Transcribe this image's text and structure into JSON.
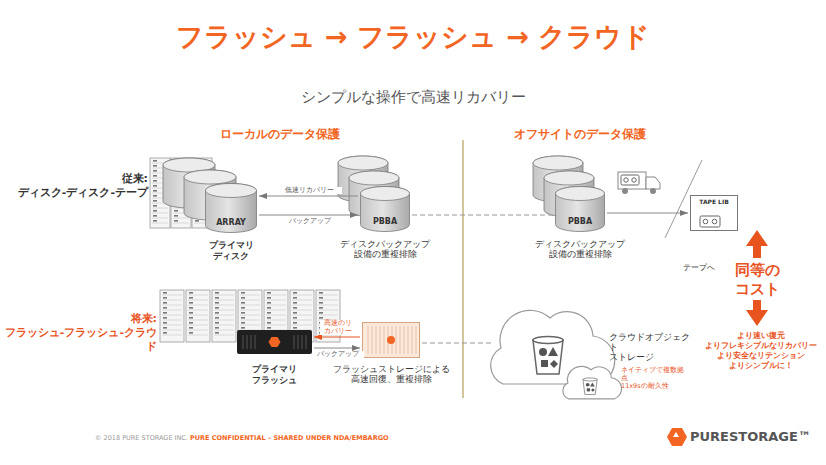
{
  "diagram": {
    "title": "フラッシュ → フラッシュ → クラウド",
    "nodes": [
      {
        "text": [
          "ARRAY",
          "プライマリ ディスク"
        ]
      },
      {
        "text": [
          "PBBA",
          "ディスクバックアップ 設備の重複排除"
        ]
      },
      {
        "text": [
          "PBBA",
          "ディスクバックアップ 設備の重複排除"
        ]
      },
      {
        "text": [
          "TAPE LIB",
          "テープへ"
        ]
      },
      {
        "text": [
          "プライマリ フラッシュ"
        ]
      },
      {
        "text": [
          "フラッシュストレージによる 高速回復、重複排除"
        ]
      },
      {
        "text": [
          "クラウドオブジェクト ストレージ"
        ]
      },
      {
        "text": [
          "ネイティブで複数拠点 11x9sの耐久性"
        ]
      }
    ],
    "edges": [
      {
        "from": 1,
        "to": 0,
        "label": "低速リカバリー",
        "arrow": "to"
      },
      {
        "from": 0,
        "to": 1,
        "label": "バックアップ",
        "arrow": "to"
      },
      {
        "from": 1,
        "to": 2,
        "arrow": "none"
      },
      {
        "from": 2,
        "to": 3,
        "arrow": "to"
      },
      {
        "from": 5,
        "to": 4,
        "label": "高速のリカバリー",
        "arrow": "to"
      },
      {
        "from": 4,
        "to": 5,
        "label": "バックアップ",
        "arrow": "to"
      },
      {
        "from": 5,
        "to": 6,
        "arrow": "none"
      }
    ],
    "labels": [
      "シンプルな操作で高速リカバリー",
      "ローカルのデータ保護",
      "オフサイトのデータ保護",
      "従来: ディスク-ディスク-テープ",
      "将来: フラッシュ-フラッシュ-クラウド",
      "同等の コスト",
      "より速い復元 よりフレキシブルなリカバリー より安全なリテンション よりシンプルに！",
      "© 2018 PURE STORAGE INC.",
      "PURE CONFIDENTIAL – SHARED UNDER NDA/EMBARGO",
      "PURESTORAGE™"
    ]
  }
}
